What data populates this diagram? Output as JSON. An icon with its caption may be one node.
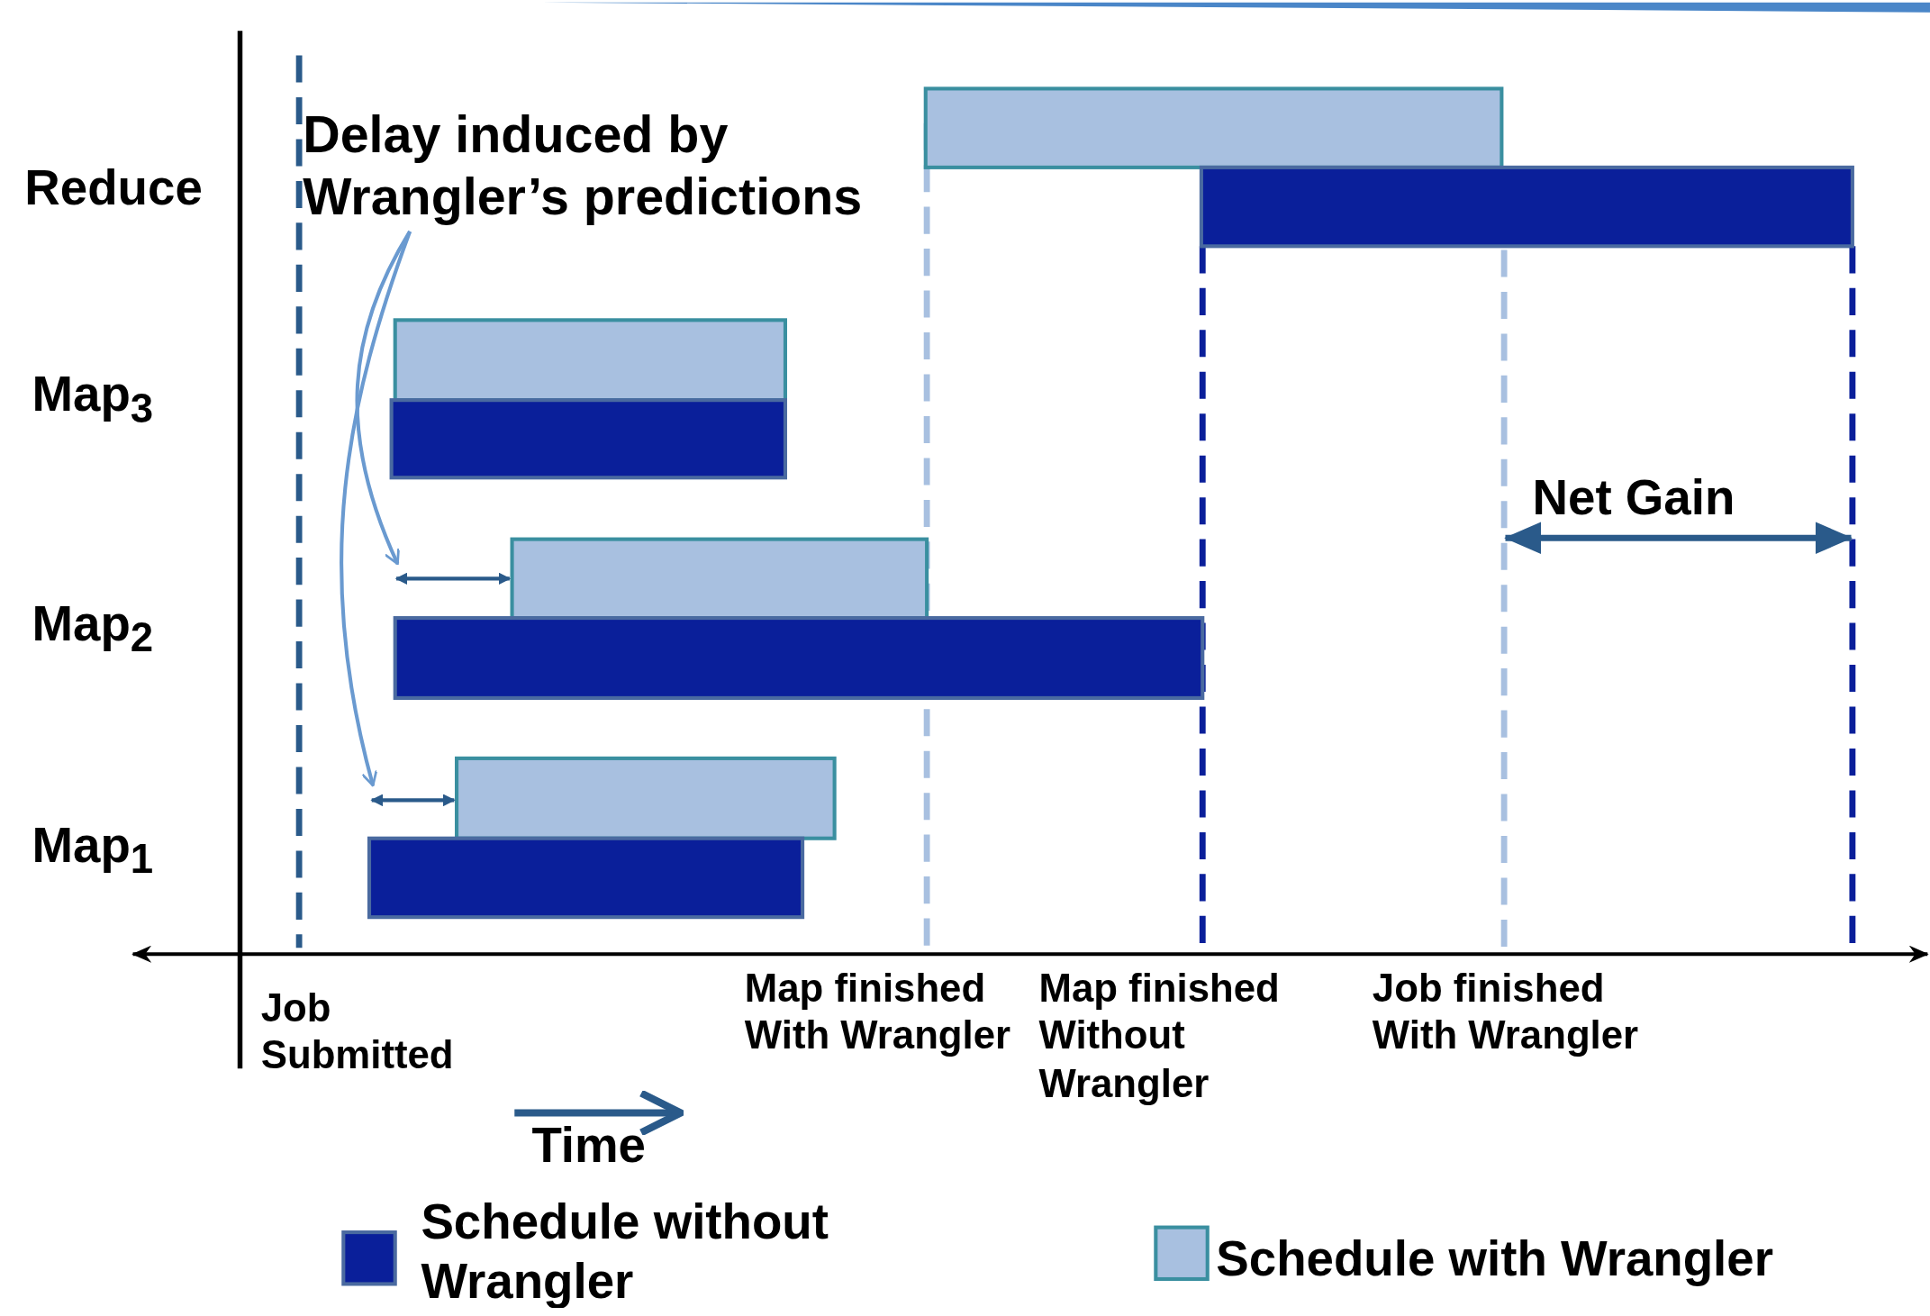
{
  "diagram": {
    "nodes": [
      {
        "text": [
          "Delay induced by Wrangler’s predictions"
        ]
      },
      {
        "text": [],
        "shape": "arrow"
      },
      {
        "text": [],
        "shape": "arrow"
      }
    ],
    "edges": [
      {
        "from": 0,
        "to": 1,
        "arrow": "to"
      },
      {
        "from": 0,
        "to": 2,
        "arrow": "to"
      }
    ],
    "labels": [
      "Reduce",
      "Map$_{3}$",
      "Map$_{2}$",
      "Map$_{1}$",
      "Net Gain",
      "Job Submitted",
      "Map finished With Wrangler",
      "Map finished Without Wrangler",
      "Job finished With Wrangler",
      "Time"
    ],
    "legend": [
      {
        "text": "Schedule without Wrangler",
        "color": "#0a1f9a"
      },
      {
        "text": "Schedule with Wrangler",
        "color": "#a8c0e0"
      }
    ]
  }
}
